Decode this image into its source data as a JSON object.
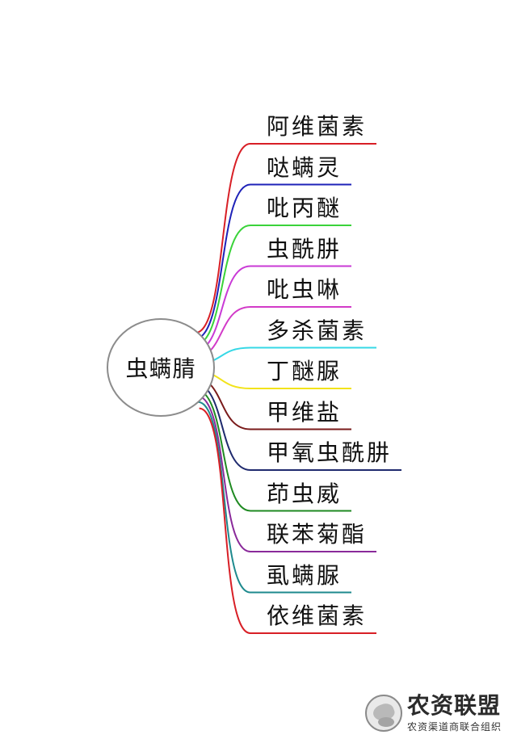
{
  "center": {
    "label": "虫螨腈"
  },
  "branches": [
    {
      "label": "阿维菌素",
      "color": "#d81f26"
    },
    {
      "label": "哒螨灵",
      "color": "#1e22b8"
    },
    {
      "label": "吡丙醚",
      "color": "#3ad33a"
    },
    {
      "label": "虫酰肼",
      "color": "#c93ad6"
    },
    {
      "label": "吡虫啉",
      "color": "#d23ac8"
    },
    {
      "label": "多杀菌素",
      "color": "#36d8e6"
    },
    {
      "label": "丁醚脲",
      "color": "#f2e31a"
    },
    {
      "label": "甲维盐",
      "color": "#7a1b1b"
    },
    {
      "label": "甲氧虫酰肼",
      "color": "#1f2a6e"
    },
    {
      "label": "茚虫威",
      "color": "#1f8a22"
    },
    {
      "label": "联苯菊酯",
      "color": "#8a2a9a"
    },
    {
      "label": "虱螨脲",
      "color": "#1e8a8e"
    },
    {
      "label": "依维菌素",
      "color": "#d81f26"
    }
  ],
  "watermark": {
    "title": "农资联盟",
    "subtitle": "农资渠道商联合组织"
  }
}
